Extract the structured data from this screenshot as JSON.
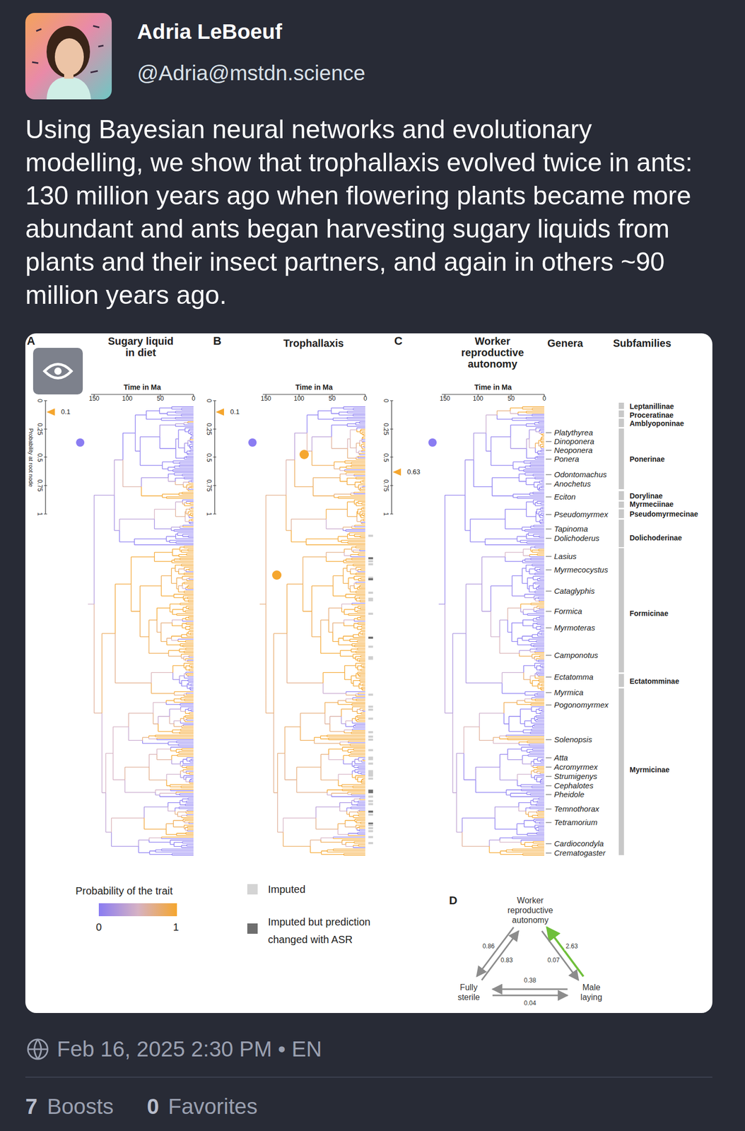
{
  "diagram": {
    "nodes": [
      {
        "text": [
          "Worker reproductive autonomy"
        ]
      },
      {
        "text": [
          "Fully sterile"
        ]
      },
      {
        "text": [
          "Male laying"
        ]
      }
    ],
    "edges": [
      {
        "from": 1,
        "to": 0,
        "arrow": "to",
        "label": "0.83"
      },
      {
        "from": 0,
        "to": 1,
        "arrow": "to",
        "label": "0.86"
      },
      {
        "from": 1,
        "to": 2,
        "arrow": "to",
        "label": "0.04"
      },
      {
        "from": 2,
        "to": 1,
        "arrow": "to",
        "label": "0.38"
      },
      {
        "from": 2,
        "to": 0,
        "arrow": "to",
        "label": "2.63"
      },
      {
        "from": 0,
        "to": 2,
        "arrow": "to",
        "label": "0.07"
      }
    ],
    "labels": [
      "Adria LeBoeuf",
      "@Adria@mstdn.science",
      "Using Bayesian neural networks and evolutionary modelling, we show that trophallaxis evolved twice in ants: 130 million years ago when flowering plants became more abundant and ants began harvesting sugary liquids from plants and their insect partners, and again in others ~90 million years ago.",
      "A",
      "Sugary liquid in diet",
      "B",
      "Trophallaxis",
      "C",
      "Worker reproductive autonomy",
      "Genera",
      "Subfamilies",
      "Time in Ma",
      "150",
      "100",
      "50",
      "0",
      "Time in Ma",
      "150",
      "100",
      "50",
      "0",
      "Time in Ma",
      "150",
      "100",
      "50",
      "0",
      "Probability at root node",
      "0",
      "0.25",
      "0.5",
      "0.75",
      "1",
      "0",
      "0.25",
      "0.5",
      "0.75",
      "1",
      "0",
      "0.25",
      "0.5",
      "0.75",
      "1",
      "0.1",
      "0.1",
      "0.63",
      "Platythyrea",
      "Dinoponera",
      "Neoponera",
      "Ponera",
      "Odontomachus",
      "Anochetus",
      "Eciton",
      "Pseudomyrmex",
      "Tapinoma",
      "Dolichoderus",
      "Lasius",
      "Myrmecocystus",
      "Cataglyphis",
      "Formica",
      "Myrmoteras",
      "Camponotus",
      "Ectatomma",
      "Myrmica",
      "Pogonomyrmex",
      "Solenopsis",
      "Atta",
      "Acromyrmex",
      "Strumigenys",
      "Cephalotes",
      "Pheidole",
      "Temnothorax",
      "Tetramorium",
      "Cardiocondyla",
      "Crematogaster",
      "Leptanillinae",
      "Proceratinae",
      "Amblyoponinae",
      "Ponerinae",
      "Dorylinae",
      "Myrmeciinae",
      "Pseudomyrmecinae",
      "Dolichoderinae",
      "Formicinae",
      "Ectatomminae",
      "Myrmicinae",
      "Probability of the trait",
      "0",
      "1",
      "D",
      "Feb 16, 2025 2:30 PM • EN",
      "7",
      "Boosts",
      "0",
      "Favorites"
    ],
    "legend": [
      {
        "text": "Imputed",
        "color": "#d4d4d4"
      },
      {
        "text": "Imputed but prediction changed with ASR",
        "color": "#6e6e6e"
      }
    ]
  }
}
